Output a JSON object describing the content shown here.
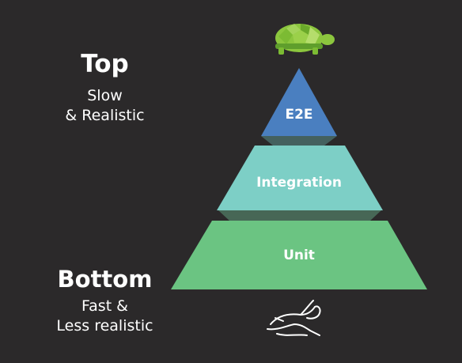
{
  "top": {
    "heading": "Top",
    "description": "Slow\n& Realistic"
  },
  "bottom": {
    "heading": "Bottom",
    "description": "Fast &\nLess realistic"
  },
  "layers": [
    {
      "label": "E2E",
      "color": "#4a7fc0"
    },
    {
      "label": "Integration",
      "color": "#7dcfc6"
    },
    {
      "label": "Unit",
      "color": "#6bc482"
    }
  ],
  "icons": {
    "top": "turtle-icon",
    "bottom": "rabbit-icon"
  },
  "colors": {
    "background": "#2b292a",
    "connector": "#3b3a3a"
  }
}
